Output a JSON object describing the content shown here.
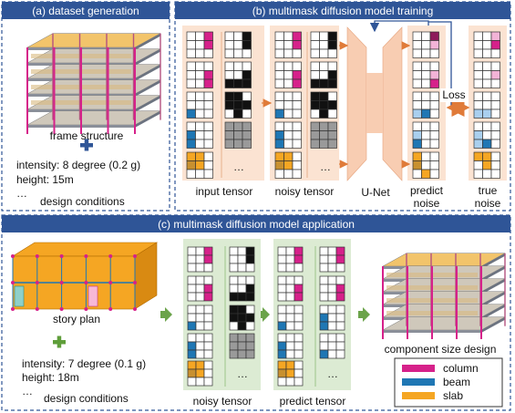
{
  "panels": {
    "a": {
      "title": "(a) dataset generation"
    },
    "b": {
      "title": "(b) multimask diffusion model training"
    },
    "c": {
      "title": "(c) multimask diffusion model application"
    }
  },
  "panel_a": {
    "structure_label": "frame structure",
    "intensity": "intensity: 8 degree (0.2 g)",
    "height": "height: 15m",
    "ellipsis": "…",
    "conditions": "design conditions"
  },
  "panel_b": {
    "input_label": "input tensor",
    "noisy_label": "noisy tensor",
    "unet_label": "U-Net",
    "predict_label_1": "predict",
    "predict_label_2": "noise",
    "true_label_1": "true",
    "true_label_2": "noise",
    "loss_label": "Loss",
    "dots": "…"
  },
  "panel_c": {
    "plan_label": "story plan",
    "intensity": "intensity: 7 degree (0.1 g)",
    "height": "height: 18m",
    "ellipsis": "…",
    "conditions": "design conditions",
    "noisy_label": "noisy tensor",
    "predict_label": "predict tensor",
    "output_label": "component size design",
    "dots": "…"
  },
  "legend": [
    {
      "label": "column",
      "color": "#d6218a"
    },
    {
      "label": "beam",
      "color": "#1f77b4"
    },
    {
      "label": "slab",
      "color": "#f5a623"
    }
  ],
  "colors": {
    "header": "#2f5597",
    "dash_border": "#2f5597",
    "tensor_panel": "#fbe3d2",
    "tensor_panel_green": "#dcebd3",
    "arrow_orange": "#e07b39",
    "arrow_green": "#6ba34a",
    "plus_blue": "#2f5597",
    "plus_green": "#5f9e3a"
  }
}
